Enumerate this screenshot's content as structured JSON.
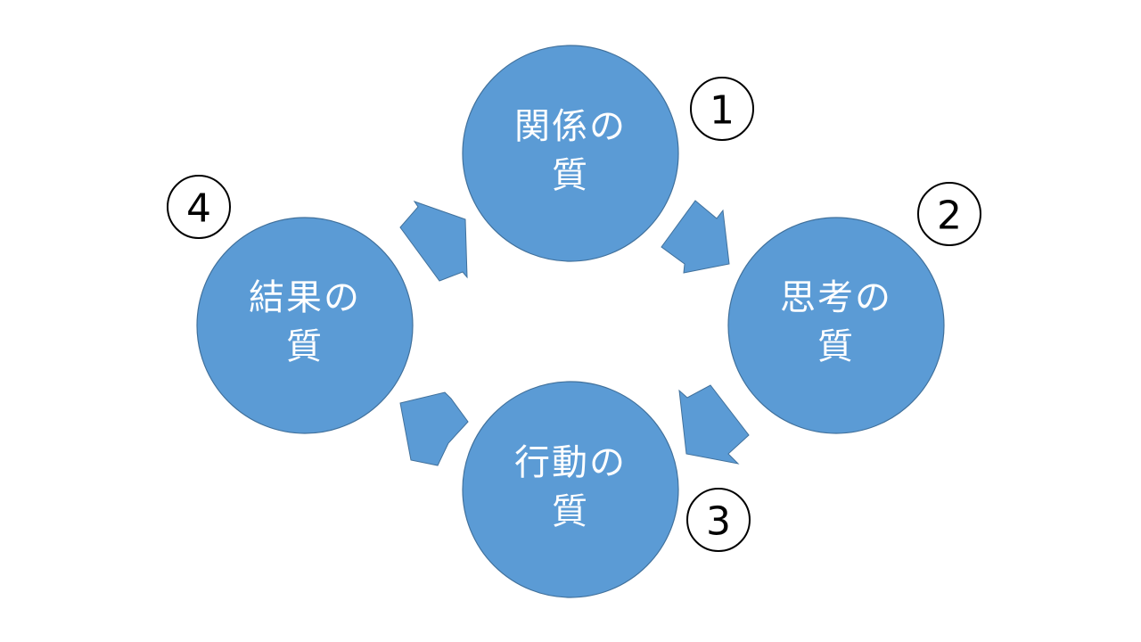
{
  "diagram": {
    "nodes": [
      {
        "id": "relationship",
        "line1": "関係の",
        "line2": "質",
        "step": "1"
      },
      {
        "id": "thinking",
        "line1": "思考の",
        "line2": "質",
        "step": "2"
      },
      {
        "id": "action",
        "line1": "行動の",
        "line2": "質",
        "step": "3"
      },
      {
        "id": "result",
        "line1": "結果の",
        "line2": "質",
        "step": "4"
      }
    ]
  },
  "colors": {
    "node_fill": "#5b9bd5",
    "node_stroke": "#41719c",
    "node_text": "#ffffff",
    "step_marker": "#000000",
    "background": "#ffffff"
  }
}
